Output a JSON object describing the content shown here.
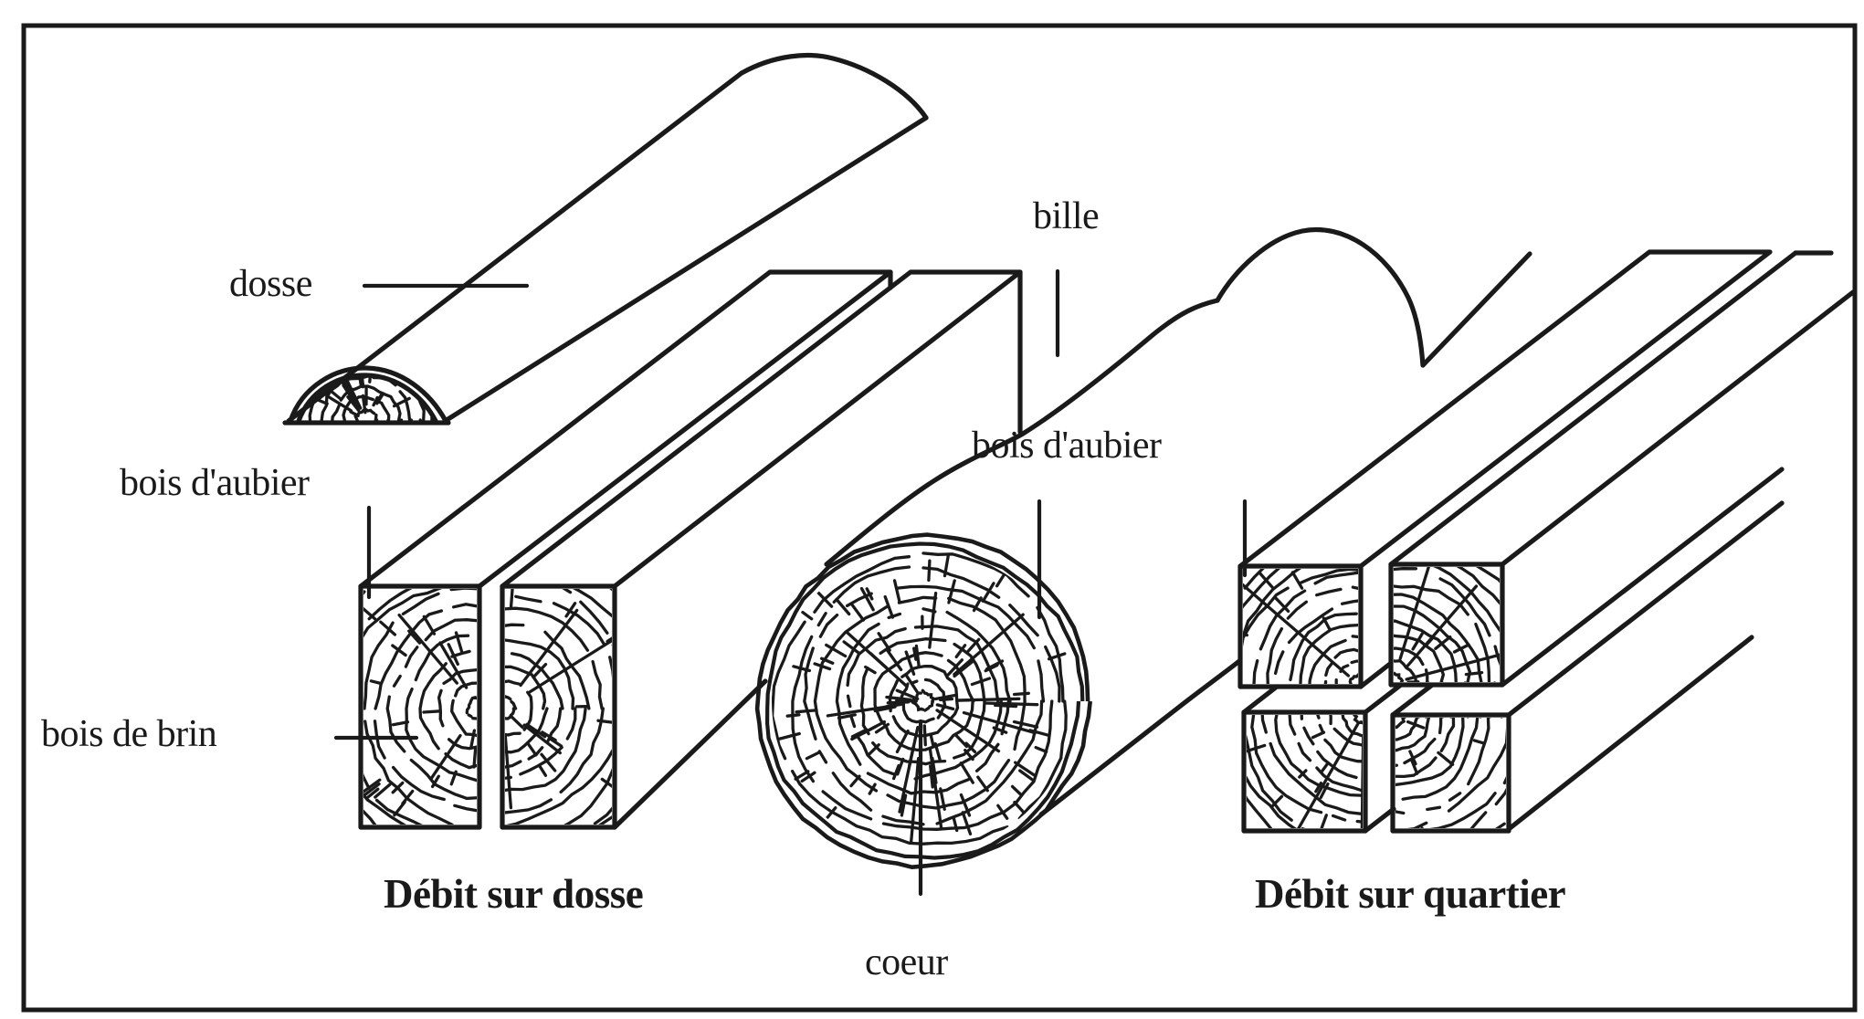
{
  "figure": {
    "labels": {
      "dosse": "dosse",
      "bille": "bille",
      "bois_aubier_left": "bois d'aubier",
      "bois_aubier_right": "bois d'aubier",
      "bois_de_brin": "bois de brin",
      "coeur": "coeur"
    },
    "captions": {
      "debit_sur_dosse": "Débit sur dosse",
      "debit_sur_quartier": "Débit sur quartier"
    },
    "colors": {
      "ink": "#1a1a1a",
      "background": "#ffffff"
    }
  }
}
